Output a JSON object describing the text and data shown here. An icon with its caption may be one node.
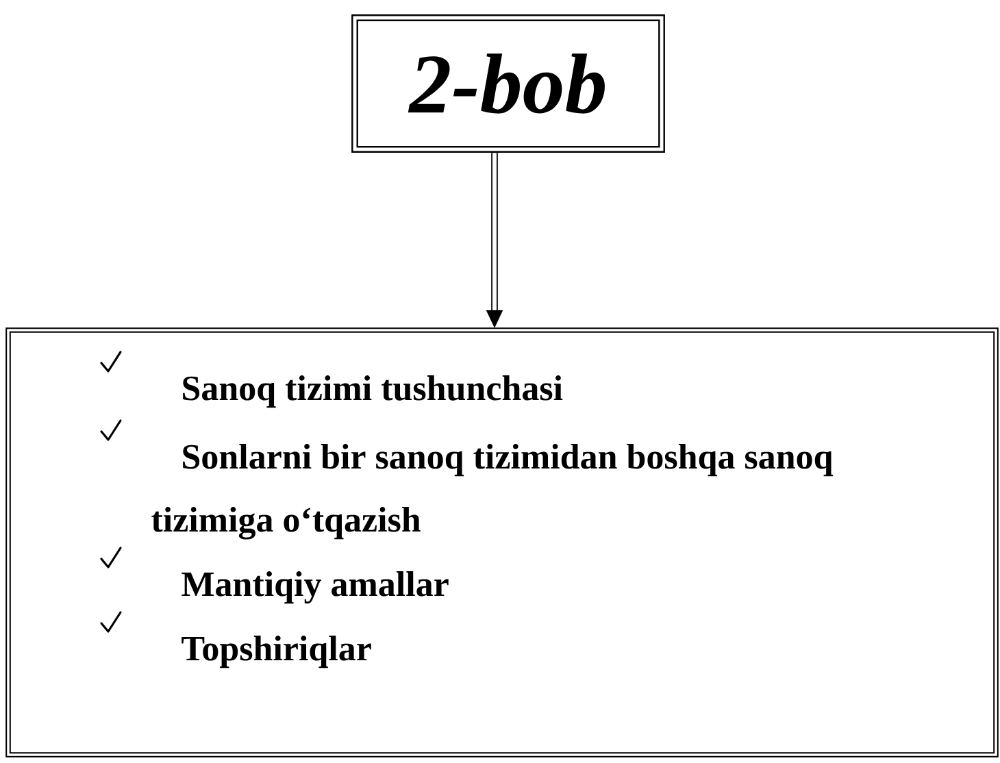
{
  "diagram": {
    "nodes": [
      {
        "text": [
          "2-bob"
        ]
      },
      {
        "text": [
          "Sanoq tizimi tushunchasi",
          "Sonlarni bir sanoq tizimidan boshqa sanoq tizimiga    o‘tqazish",
          "Mantiqiy amallar",
          "Topshiriqlar"
        ]
      }
    ],
    "edges": [
      {
        "from": 0,
        "to": 1,
        "arrow": "to"
      }
    ]
  }
}
